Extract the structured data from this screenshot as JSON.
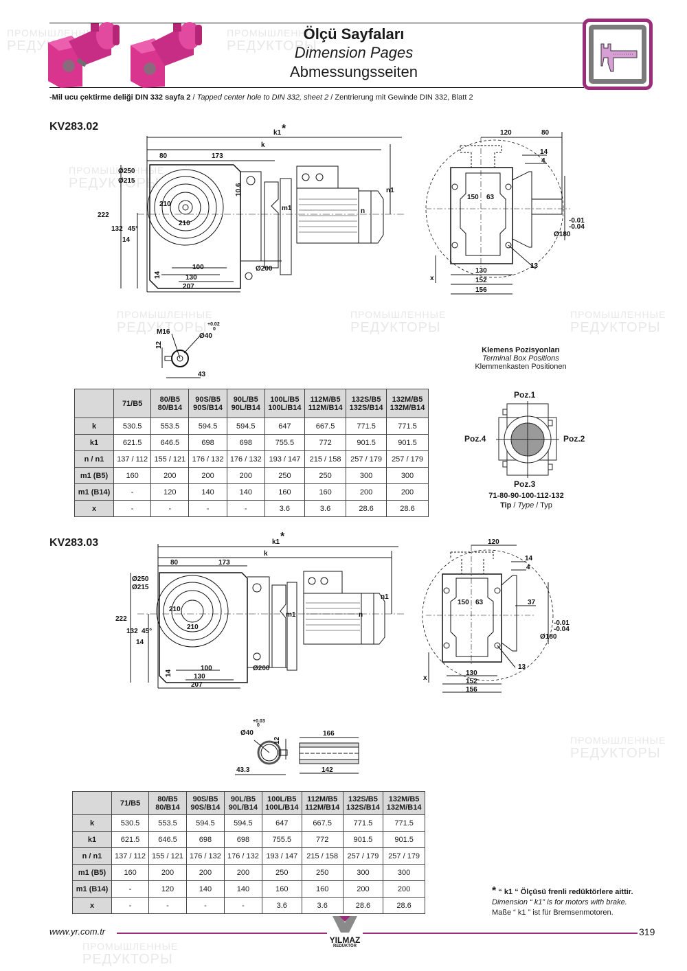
{
  "header": {
    "title_tr": "Ölçü Sayfaları",
    "title_en": "Dimension Pages",
    "title_de": "Abmessungsseiten",
    "icon": "caliper-icon",
    "accent_color": "#9b2c7a",
    "note": {
      "tr": "-Mil ucu çektirme deliği DIN 332 sayfa 2",
      "en": "Tapped center hole to DIN 332, sheet 2",
      "de": "Zentrierung mit Gewinde DIN 332, Blatt 2",
      "separator": "/"
    }
  },
  "sections": [
    {
      "model": "KV283.02",
      "front_view": {
        "k1": "k1",
        "k1_star": "*",
        "k": "k",
        "d80": "80",
        "d173": "173",
        "d250": "Ø250",
        "d215": "Ø215",
        "d222": "222",
        "d132": "132",
        "d45": "45°",
        "d14a": "14",
        "d210a": "210",
        "d210b": "210",
        "d10_6": "10.6",
        "d100": "100",
        "d130": "130",
        "d207": "207",
        "d14b": "14",
        "d200": "Ø200",
        "m1": "m1",
        "n": "n",
        "n1": "n1"
      },
      "side_view": {
        "d120": "120",
        "d80": "80",
        "d14": "14",
        "d4": "4",
        "d150": "150",
        "d63": "63",
        "tol_upper": "-0.01",
        "tol_lower": "-0.04",
        "d180": "Ø180",
        "d13": "13",
        "x": "x",
        "d130": "130",
        "d152": "152",
        "d156": "156"
      },
      "shaft_detail": {
        "thread": "M16",
        "dia": "Ø40",
        "tol_upper": "+0.02",
        "tol_lower": "0",
        "d12": "12",
        "d43": "43"
      },
      "table": {
        "headers": [
          "",
          "71/B5",
          "80/B5\n80/B14",
          "90S/B5\n90S/B14",
          "90L/B5\n90L/B14",
          "100L/B5\n100L/B14",
          "112M/B5\n112M/B14",
          "132S/B5\n132S/B14",
          "132M/B5\n132M/B14"
        ],
        "rows": [
          {
            "label": "k",
            "values": [
              "530.5",
              "553.5",
              "594.5",
              "594.5",
              "647",
              "667.5",
              "771.5",
              "771.5"
            ]
          },
          {
            "label": "k1",
            "values": [
              "621.5",
              "646.5",
              "698",
              "698",
              "755.5",
              "772",
              "901.5",
              "901.5"
            ]
          },
          {
            "label": "n / n1",
            "values": [
              "137 / 112",
              "155 / 121",
              "176 / 132",
              "176 / 132",
              "193 / 147",
              "215 / 158",
              "257 / 179",
              "257 / 179"
            ]
          },
          {
            "label": "m1 (B5)",
            "values": [
              "160",
              "200",
              "200",
              "200",
              "250",
              "250",
              "300",
              "300"
            ]
          },
          {
            "label": "m1 (B14)",
            "values": [
              "-",
              "120",
              "140",
              "140",
              "160",
              "160",
              "200",
              "200"
            ]
          },
          {
            "label": "x",
            "values": [
              "-",
              "-",
              "-",
              "-",
              "3.6",
              "3.6",
              "28.6",
              "28.6"
            ]
          }
        ]
      }
    },
    {
      "model": "KV283.03",
      "front_view": {
        "k1": "k1",
        "k1_star": "*",
        "k": "k",
        "d80": "80",
        "d173": "173",
        "d250": "Ø250",
        "d215": "Ø215",
        "d222": "222",
        "d132": "132",
        "d45": "45°",
        "d14a": "14",
        "d210a": "210",
        "d210b": "210",
        "d100": "100",
        "d130": "130",
        "d207": "207",
        "d14b": "14",
        "d200": "Ø200",
        "m1": "m1",
        "n": "n",
        "n1": "n1"
      },
      "side_view": {
        "d120": "120",
        "d14": "14",
        "d4": "4",
        "d37": "37",
        "d150": "150",
        "d63": "63",
        "tol_upper": "-0.01",
        "tol_lower": "-0.04",
        "d180": "Ø180",
        "d13": "13",
        "x": "x",
        "d130": "130",
        "d152": "152",
        "d156": "156"
      },
      "shaft_detail": {
        "dia": "Ø40",
        "tol_upper": "+0.03",
        "tol_lower": "0",
        "d12": "12",
        "d43_3": "43.3",
        "d166": "166",
        "d142": "142"
      },
      "table": {
        "headers": [
          "",
          "71/B5",
          "80/B5\n80/B14",
          "90S/B5\n90S/B14",
          "90L/B5\n90L/B14",
          "100L/B5\n100L/B14",
          "112M/B5\n112M/B14",
          "132S/B5\n132S/B14",
          "132M/B5\n132M/B14"
        ],
        "rows": [
          {
            "label": "k",
            "values": [
              "530.5",
              "553.5",
              "594.5",
              "594.5",
              "647",
              "667.5",
              "771.5",
              "771.5"
            ]
          },
          {
            "label": "k1",
            "values": [
              "621.5",
              "646.5",
              "698",
              "698",
              "755.5",
              "772",
              "901.5",
              "901.5"
            ]
          },
          {
            "label": "n / n1",
            "values": [
              "137 / 112",
              "155 / 121",
              "176 / 132",
              "176 / 132",
              "193 / 147",
              "215 / 158",
              "257 / 179",
              "257 / 179"
            ]
          },
          {
            "label": "m1 (B5)",
            "values": [
              "160",
              "200",
              "200",
              "200",
              "250",
              "250",
              "300",
              "300"
            ]
          },
          {
            "label": "m1 (B14)",
            "values": [
              "-",
              "120",
              "140",
              "140",
              "160",
              "160",
              "200",
              "200"
            ]
          },
          {
            "label": "x",
            "values": [
              "-",
              "-",
              "-",
              "-",
              "3.6",
              "3.6",
              "28.6",
              "28.6"
            ]
          }
        ]
      }
    }
  ],
  "terminal_box": {
    "title_tr": "Klemens Pozisyonları",
    "title_en": "Terminal Box Positions",
    "title_de": "Klemmenkasten Positionen",
    "positions": [
      "Poz.1",
      "Poz.2",
      "Poz.3",
      "Poz.4"
    ],
    "sizes": "71-80-90-100-112-132",
    "type_tr": "Tip",
    "type_en": "Type",
    "type_de": "Typ"
  },
  "footnote": {
    "star": "*",
    "tr": "“ k1 “ Ölçüsü frenli redüktörlere aittir.",
    "en": "Dimension “ k1” is for motors with brake.",
    "de": "Maße “ k1 ” ist für Bremsenmotoren."
  },
  "footer": {
    "url": "www.yr.com.tr",
    "brand": "YILMAZ",
    "brand_sub": "REDÜKTÖR",
    "page_number": "319"
  },
  "watermark": {
    "line1": "ПРОМЫШЛЕННЫЕ",
    "line2": "РЕДУКТОРЫ"
  }
}
